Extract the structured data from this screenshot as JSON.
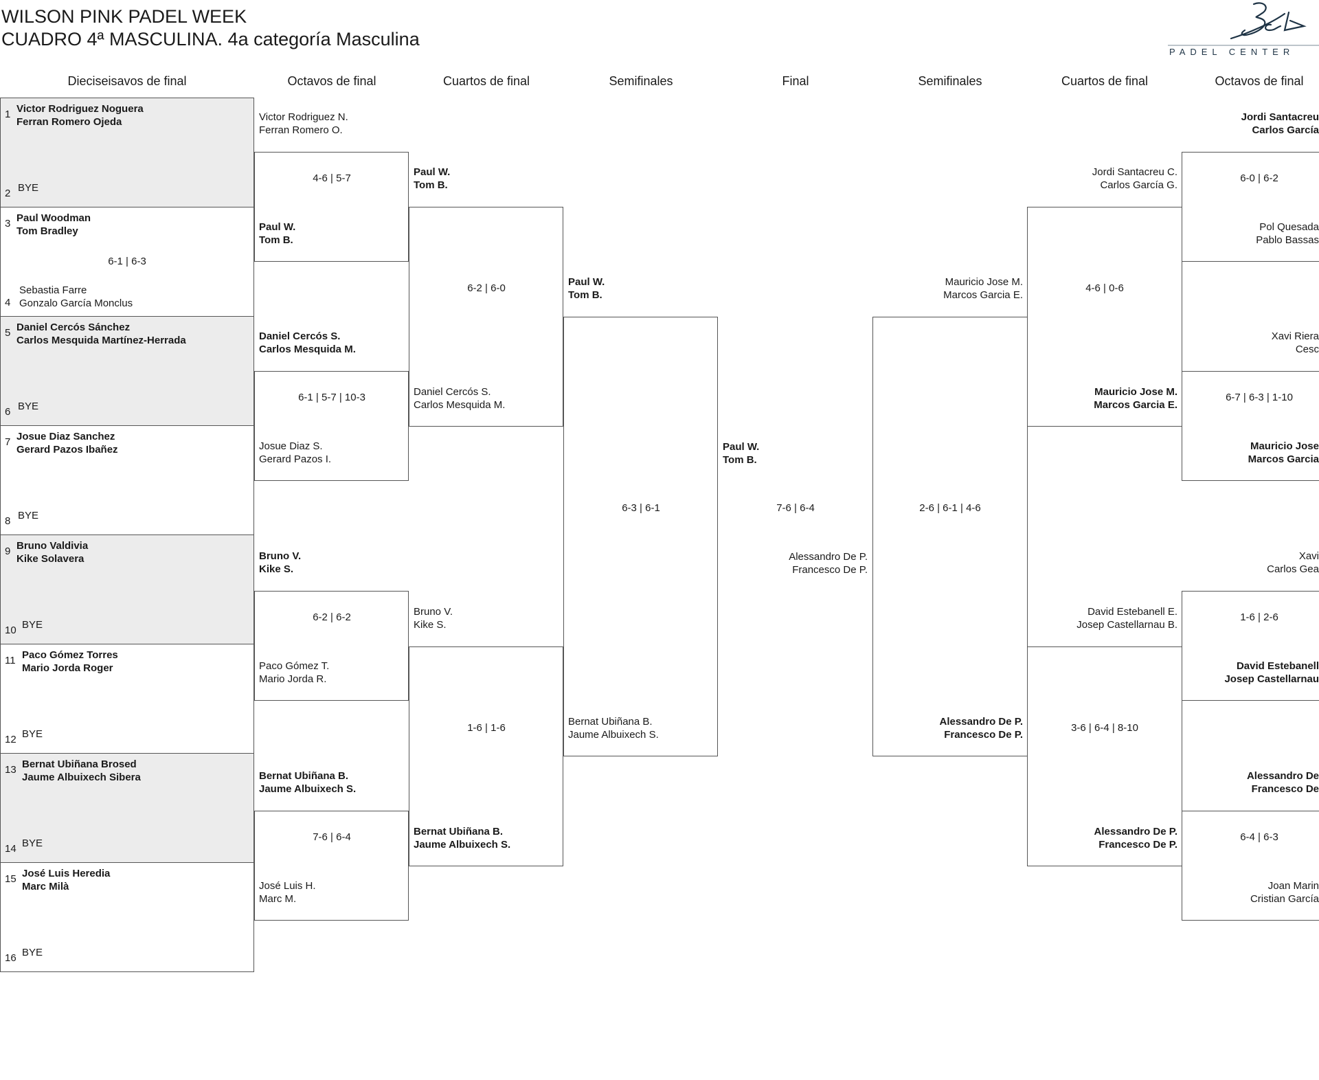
{
  "title_line1": "WILSON PINK PADEL WEEK",
  "title_line2": "CUADRO 4ª MASCULINA. 4a categoría Masculina",
  "logo_text": "PADEL CENTER",
  "columns": [
    "Dieciseisavos de final",
    "Octavos de final",
    "Cuartos de final",
    "Semifinales",
    "Final",
    "Semifinales",
    "Cuartos de final",
    "Octavos de final"
  ],
  "r32_left": [
    {
      "seed": "1",
      "p1": "Victor Rodriguez Noguera",
      "p2": "Ferran Romero Ojeda",
      "p3": "",
      "p4": "",
      "bye_seed": "2",
      "bye": "BYE",
      "score": ""
    },
    {
      "seed": "3",
      "p1": "Paul Woodman",
      "p2": "Tom Bradley",
      "p3": "Sebastia Farre",
      "p4": "Gonzalo García Monclus",
      "bye_seed": "4",
      "bye": "",
      "score": "6-1 | 6-3"
    },
    {
      "seed": "5",
      "p1": "Daniel Cercós Sánchez",
      "p2": "Carlos Mesquida Martínez-Herrada",
      "p3": "",
      "p4": "",
      "bye_seed": "6",
      "bye": "BYE",
      "score": ""
    },
    {
      "seed": "7",
      "p1": "Josue Diaz Sanchez",
      "p2": "Gerard Pazos Ibañez",
      "p3": "",
      "p4": "",
      "bye_seed": "8",
      "bye": "BYE",
      "score": ""
    },
    {
      "seed": "9",
      "p1": "Bruno Valdivia",
      "p2": "Kike Solavera",
      "p3": "",
      "p4": "",
      "bye_seed": "10",
      "bye": "BYE",
      "score": ""
    },
    {
      "seed": "11",
      "p1": "Paco Gómez Torres",
      "p2": "Mario Jorda Roger",
      "p3": "",
      "p4": "",
      "bye_seed": "12",
      "bye": "BYE",
      "score": ""
    },
    {
      "seed": "13",
      "p1": "Bernat Ubiñana Brosed",
      "p2": "Jaume Albuixech Sibera",
      "p3": "",
      "p4": "",
      "bye_seed": "14",
      "bye": "BYE",
      "score": ""
    },
    {
      "seed": "15",
      "p1": "José Luis Heredia",
      "p2": "Marc Milà",
      "p3": "",
      "p4": "",
      "bye_seed": "16",
      "bye": "BYE",
      "score": ""
    }
  ],
  "r16_left": [
    {
      "p1a": "Victor Rodriguez N.",
      "p1b": "Ferran Romero O.",
      "p2a": "Paul W.",
      "p2b": "Tom B.",
      "score": "4-6 | 5-7"
    },
    {
      "p1a": "Daniel Cercós S.",
      "p1b": "Carlos Mesquida M.",
      "p2a": "Josue Diaz S.",
      "p2b": "Gerard Pazos I.",
      "score": "6-1 | 5-7 | 10-3"
    },
    {
      "p1a": "Bruno V.",
      "p1b": "Kike S.",
      "p2a": "Paco Gómez T.",
      "p2b": "Mario Jorda R.",
      "score": "6-2 | 6-2"
    },
    {
      "p1a": "Bernat Ubiñana B.",
      "p1b": "Jaume Albuixech S.",
      "p2a": "José Luis H.",
      "p2b": "Marc M.",
      "score": "7-6 | 6-4"
    }
  ],
  "qf_left": [
    {
      "p1a": "Paul W.",
      "p1b": "Tom B.",
      "p2a": "Daniel Cercós S.",
      "p2b": "Carlos Mesquida M.",
      "score": "6-2 | 6-0"
    },
    {
      "p1a": "Bruno V.",
      "p1b": "Kike S.",
      "p2a": "Bernat Ubiñana B.",
      "p2b": "Jaume Albuixech S.",
      "score": "1-6 | 1-6"
    }
  ],
  "sf_left": {
    "p1a": "Paul W.",
    "p1b": "Tom B.",
    "p2a": "Bernat Ubiñana B.",
    "p2b": "Jaume Albuixech S.",
    "score": "6-3 | 6-1"
  },
  "final": {
    "p1a": "Paul W.",
    "p1b": "Tom B.",
    "p2a": "Alessandro De P.",
    "p2b": "Francesco De P.",
    "score": "7-6 | 6-4"
  },
  "sf_right": {
    "p1a": "Mauricio Jose M.",
    "p1b": "Marcos Garcia E.",
    "p2a": "Alessandro De P.",
    "p2b": "Francesco De P.",
    "score": "2-6 | 6-1 | 4-6"
  },
  "qf_right": [
    {
      "p1a": "Jordi Santacreu C.",
      "p1b": "Carlos García G.",
      "p2a": "Mauricio Jose M.",
      "p2b": "Marcos Garcia E.",
      "score": "4-6 | 0-6"
    },
    {
      "p1a": "David Estebanell E.",
      "p1b": "Josep Castellarnau B.",
      "p2a": "Alessandro De P.",
      "p2b": "Francesco De P.",
      "score": "3-6 | 6-4 | 8-10"
    }
  ],
  "r16_right": [
    {
      "p1a": "Jordi Santacreu",
      "p1b": "Carlos García",
      "p2a": "Pol Quesada",
      "p2b": "Pablo Bassas",
      "score": "6-0 | 6-2"
    },
    {
      "p1a": "Xavi Riera",
      "p1b": "Cesc",
      "p2a": "Mauricio Jose",
      "p2b": "Marcos Garcia",
      "score": "6-7 | 6-3 | 1-10"
    },
    {
      "p1a": "Xavi",
      "p1b": "Carlos Gea",
      "p2a": "David Estebanell",
      "p2b": "Josep Castellarnau",
      "score": "1-6 | 2-6"
    },
    {
      "p1a": "Alessandro De",
      "p1b": "Francesco De",
      "p2a": "Joan Marin",
      "p2b": "Cristian García",
      "score": "6-4 | 6-3"
    }
  ]
}
